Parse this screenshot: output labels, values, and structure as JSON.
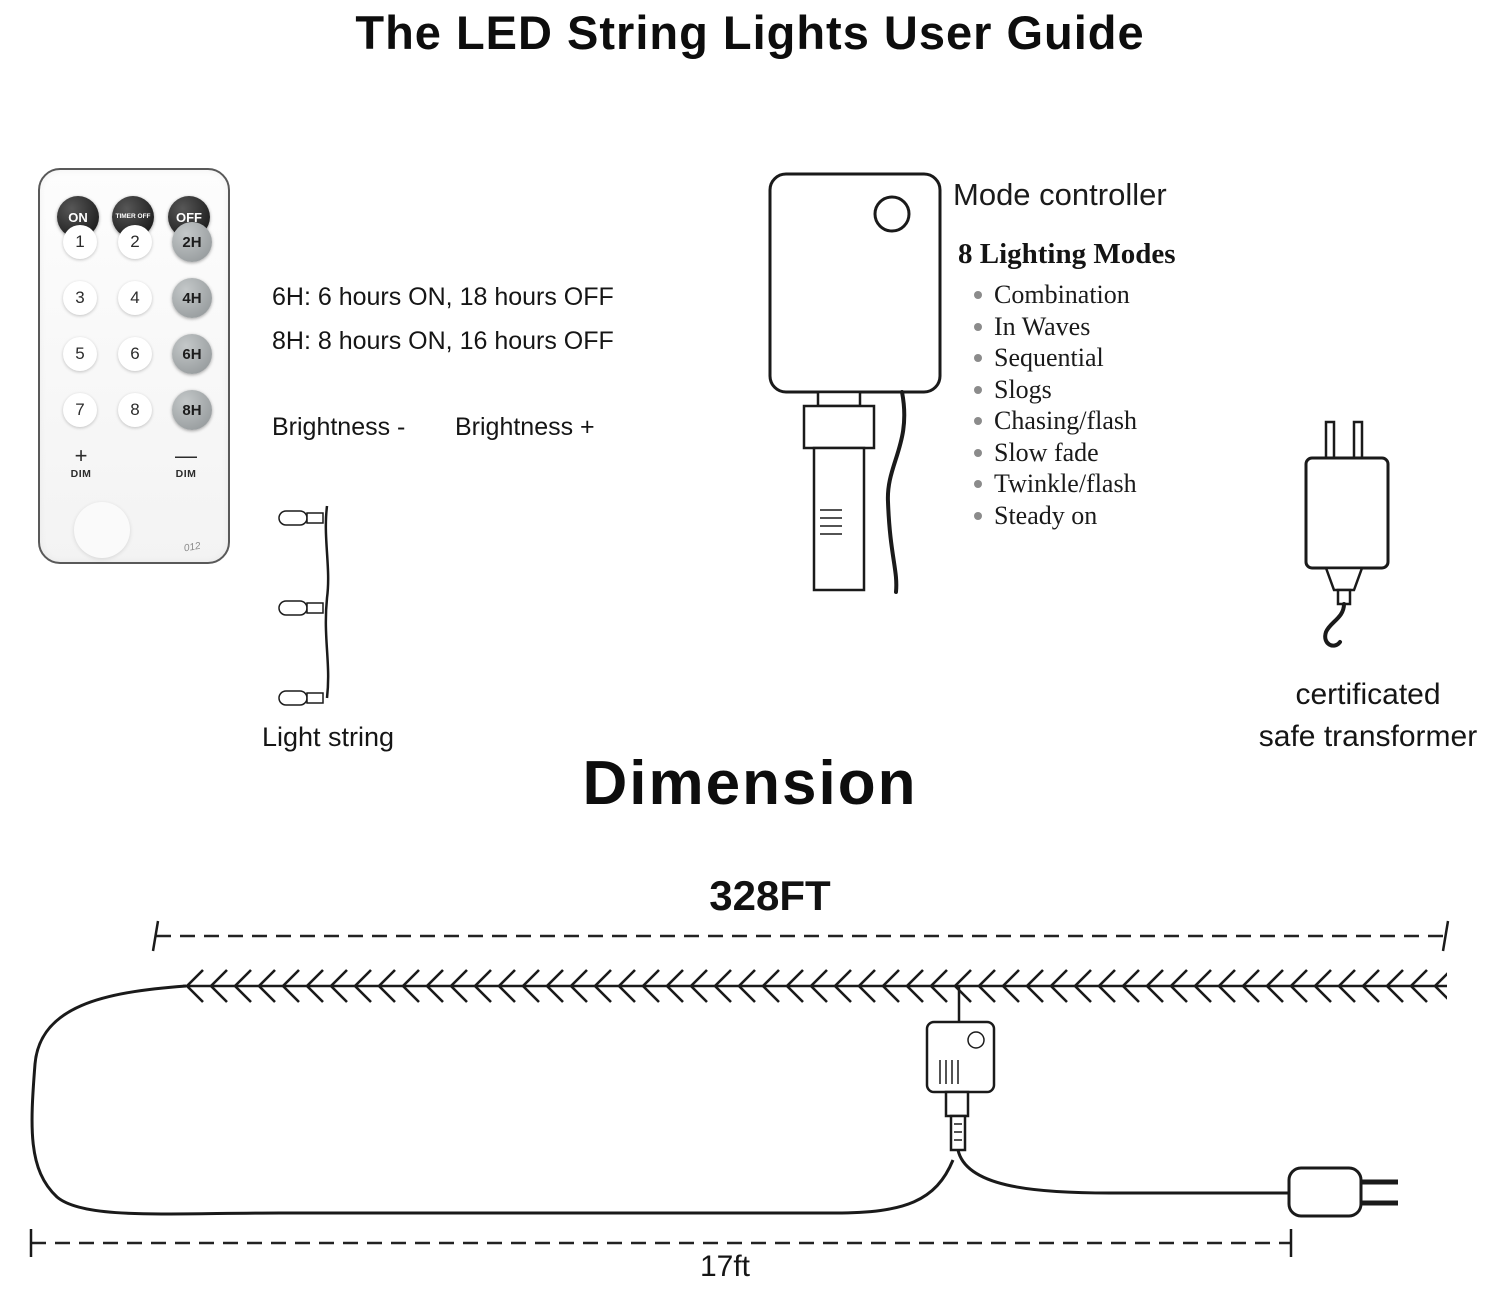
{
  "title": "The LED String Lights User Guide",
  "colors": {
    "ink": "#1a1a1a",
    "power_button": "#1f1f1f",
    "timer_button": "#9aa0a2"
  },
  "remote": {
    "power_buttons": [
      {
        "label": "ON"
      },
      {
        "label": "TIMER OFF"
      },
      {
        "label": "OFF"
      }
    ],
    "rows": [
      {
        "num1": "1",
        "num2": "2",
        "timer": "2H"
      },
      {
        "num1": "3",
        "num2": "4",
        "timer": "4H"
      },
      {
        "num1": "5",
        "num2": "6",
        "timer": "6H"
      },
      {
        "num1": "7",
        "num2": "8",
        "timer": "8H"
      }
    ],
    "dim_plus_sign": "+",
    "dim_plus_label": "DIM",
    "dim_minus_sign": "—",
    "dim_minus_label": "DIM",
    "model_code": "012"
  },
  "notes": {
    "timer_note_6h": "6H: 6 hours ON, 18 hours OFF",
    "timer_note_8h": "8H: 8 hours ON, 16 hours OFF",
    "brightness_minus": "Brightness -",
    "brightness_plus": "Brightness +",
    "light_string_label": "Light string"
  },
  "controller": {
    "label": "Mode controller",
    "modes_title": "8 Lighting Modes",
    "modes": [
      "Combination",
      "In Waves",
      "Sequential",
      "Slogs",
      "Chasing/flash",
      "Slow fade",
      "Twinkle/flash",
      "Steady on"
    ]
  },
  "transformer": {
    "label_line1": "certificated",
    "label_line2": "safe transformer"
  },
  "dimension": {
    "heading": "Dimension",
    "string_length": "328FT",
    "lead_length": "17ft"
  }
}
